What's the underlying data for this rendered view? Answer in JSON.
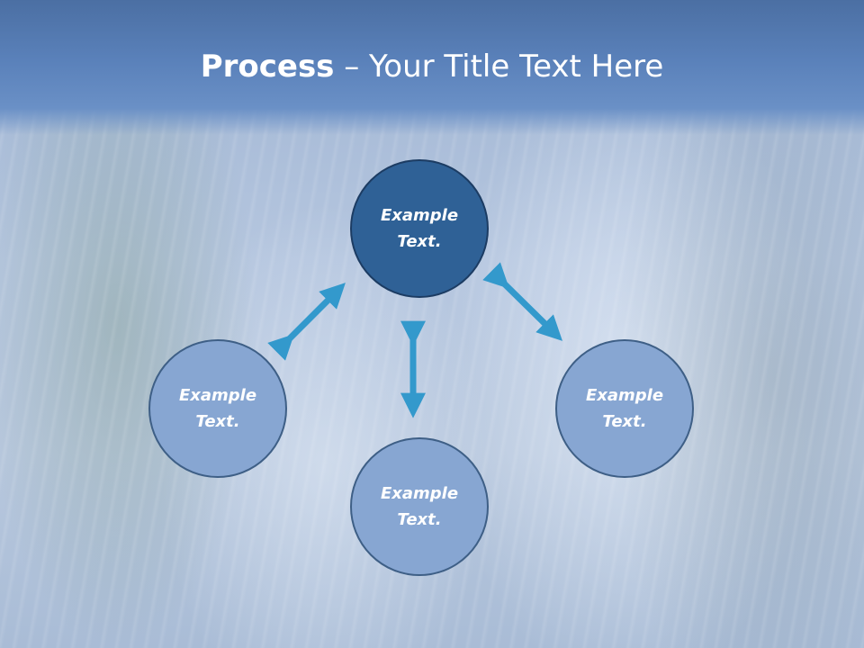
{
  "title": {
    "bold": "Process",
    "rest": " – Your Title Text Here"
  },
  "nodes": {
    "top": "Example Text.",
    "left": "Example Text.",
    "right": "Example Text.",
    "bottom": "Example Text."
  },
  "colors": {
    "title_band": "#5a81ba",
    "node_highlight": "#2f6196",
    "node_default": "#87a6d2",
    "arrow": "#3399cc",
    "title_text": "#ffffff"
  }
}
